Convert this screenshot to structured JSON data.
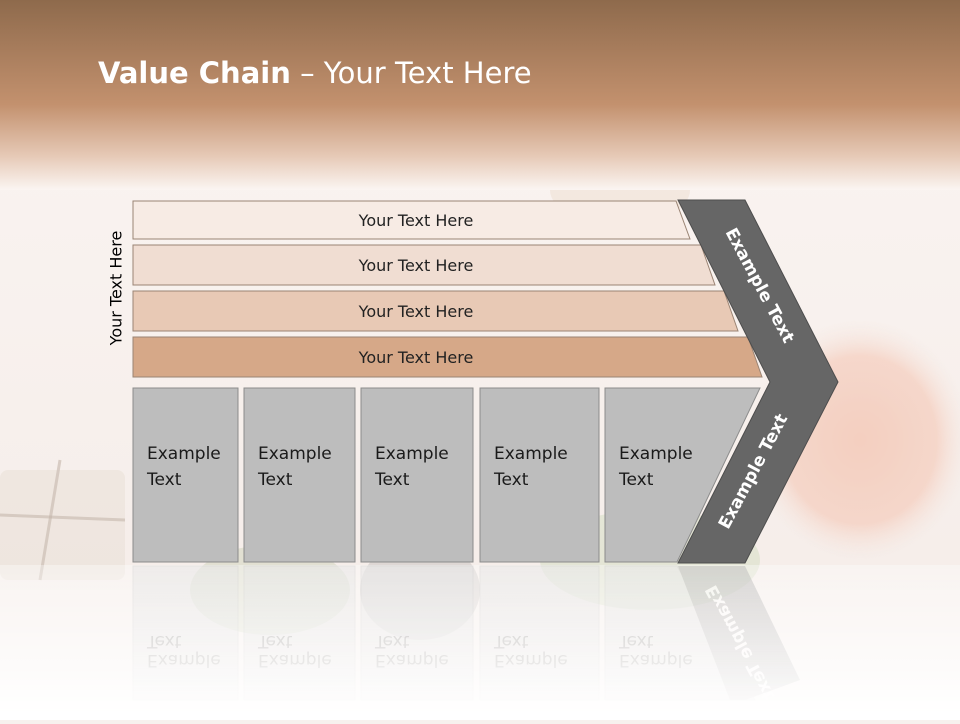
{
  "title": {
    "bold": "Value Chain",
    "rest": " – Your Text Here"
  },
  "side_label": "Your Text Here",
  "rows": [
    {
      "label": "Your Text Here"
    },
    {
      "label": "Your Text Here"
    },
    {
      "label": "Your Text Here"
    },
    {
      "label": "Your Text Here"
    }
  ],
  "columns": [
    {
      "line1": "Example",
      "line2": "Text"
    },
    {
      "line1": "Example",
      "line2": "Text"
    },
    {
      "line1": "Example",
      "line2": "Text"
    },
    {
      "line1": "Example",
      "line2": "Text"
    },
    {
      "line1": "Example",
      "line2": "Text"
    }
  ],
  "chevron_top": "Example Text",
  "chevron_bottom": "Example Text",
  "reflection_word1": "Example",
  "reflection_word2": "Text",
  "colors": {
    "header_top": "#8f6a4b",
    "header_bottom": "#c79674",
    "row_fills": [
      "#f7ebe4",
      "#f0ddd2",
      "#e8c9b5",
      "#d6a888"
    ],
    "column_fill": "#bdbdbd",
    "chevron_fill": "#666666"
  }
}
